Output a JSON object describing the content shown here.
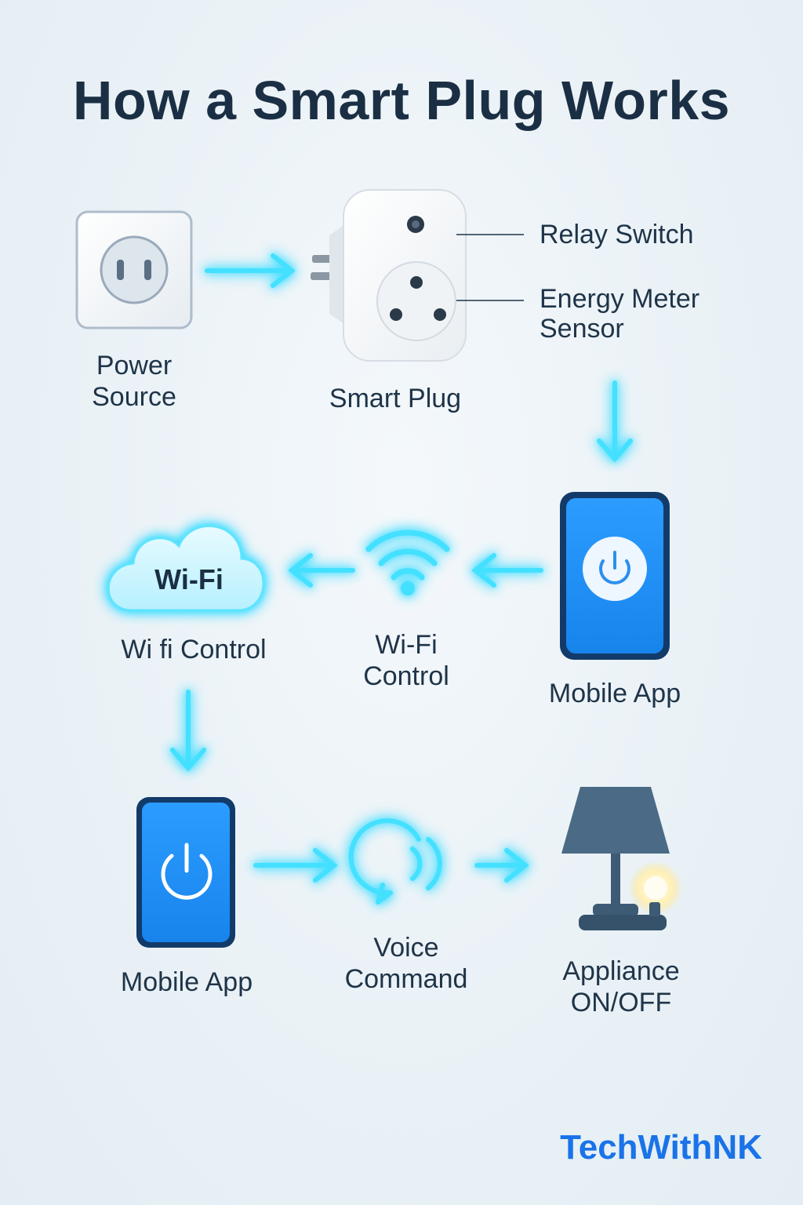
{
  "title": "How a Smart Plug Works",
  "nodes": {
    "power_source": "Power\nSource",
    "smart_plug": "Smart Plug",
    "relay_switch": "Relay Switch",
    "energy_meter": "Energy Meter\nSensor",
    "mobile_app_top": "Mobile App",
    "wifi_control_mid": "Wi-Fi\nControl",
    "wifi_cloud_text": "Wi-Fi",
    "wifi_control_left": "Wi fi Control",
    "mobile_app_bottom": "Mobile App",
    "voice_command": "Voice\nCommand",
    "appliance": "Appliance\nON/OFF"
  },
  "brand": "TechWithNK",
  "colors": {
    "accent_glow": "#35d8ff",
    "phone_blue": "#1e90f5",
    "dark_text": "#1b2f44",
    "brand_blue": "#1a73e8",
    "lamp": "#4a6a85"
  },
  "icons": [
    "outlet-icon",
    "smart-plug-icon",
    "phone-power-icon",
    "wifi-icon",
    "cloud-icon",
    "voice-icon",
    "lamp-icon",
    "arrow-icon"
  ]
}
